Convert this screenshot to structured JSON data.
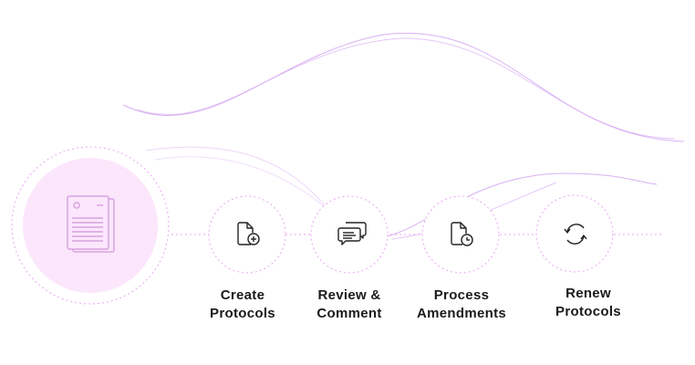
{
  "colors": {
    "accent": "#e9a6f2",
    "curve": "#cf9ff0",
    "hub_fill": "#fbe6fc",
    "icon": "#222222",
    "hub_icon": "#d8a3de"
  },
  "hub": {
    "icon": "document-stack-icon"
  },
  "steps": [
    {
      "line1": "Create",
      "line2": "Protocols",
      "icon": "file-plus-icon"
    },
    {
      "line1": "Review &",
      "line2": "Comment",
      "icon": "chat-bubbles-icon"
    },
    {
      "line1": "Process",
      "line2": "Amendments",
      "icon": "file-clock-icon"
    },
    {
      "line1": "Renew",
      "line2": "Protocols",
      "icon": "refresh-icon"
    }
  ]
}
